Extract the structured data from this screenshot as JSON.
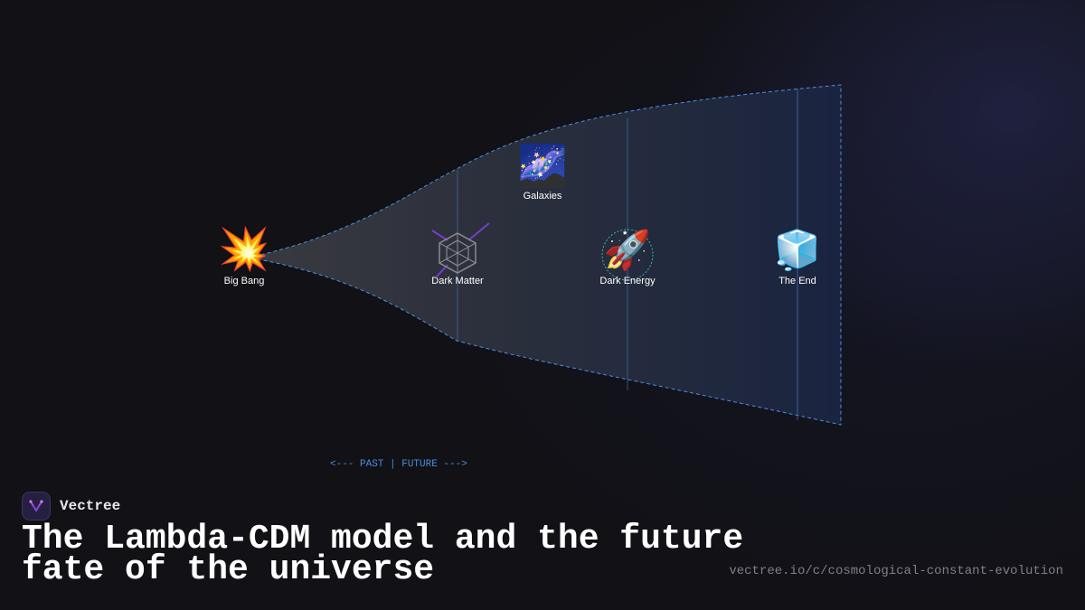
{
  "nodes": [
    {
      "id": "big-bang",
      "label": "Big Bang",
      "icon": "explosion-icon",
      "glyph": "💥"
    },
    {
      "id": "dark-matter",
      "label": "Dark Matter",
      "icon": "web-network-icon",
      "glyph": ""
    },
    {
      "id": "galaxies",
      "label": "Galaxies",
      "icon": "milky-way-icon",
      "glyph": "🌌"
    },
    {
      "id": "dark-energy",
      "label": "Dark Energy",
      "icon": "rocket-icon",
      "glyph": "🚀"
    },
    {
      "id": "the-end",
      "label": "The End",
      "icon": "ice-cube-icon",
      "glyph": "🧊"
    }
  ],
  "timeline_label": "<--- PAST | FUTURE --->",
  "brand": {
    "name": "Vectree",
    "logo_icon": "vectree-logo-icon"
  },
  "title": "The Lambda-CDM model and the future fate of the universe",
  "url": "vectree.io/c/cosmological-constant-evolution",
  "colors": {
    "background": "#111116",
    "outline": "#4b8fe0",
    "timeline_text": "#4b8fe0",
    "accent_purple": "#7a3cc8"
  }
}
